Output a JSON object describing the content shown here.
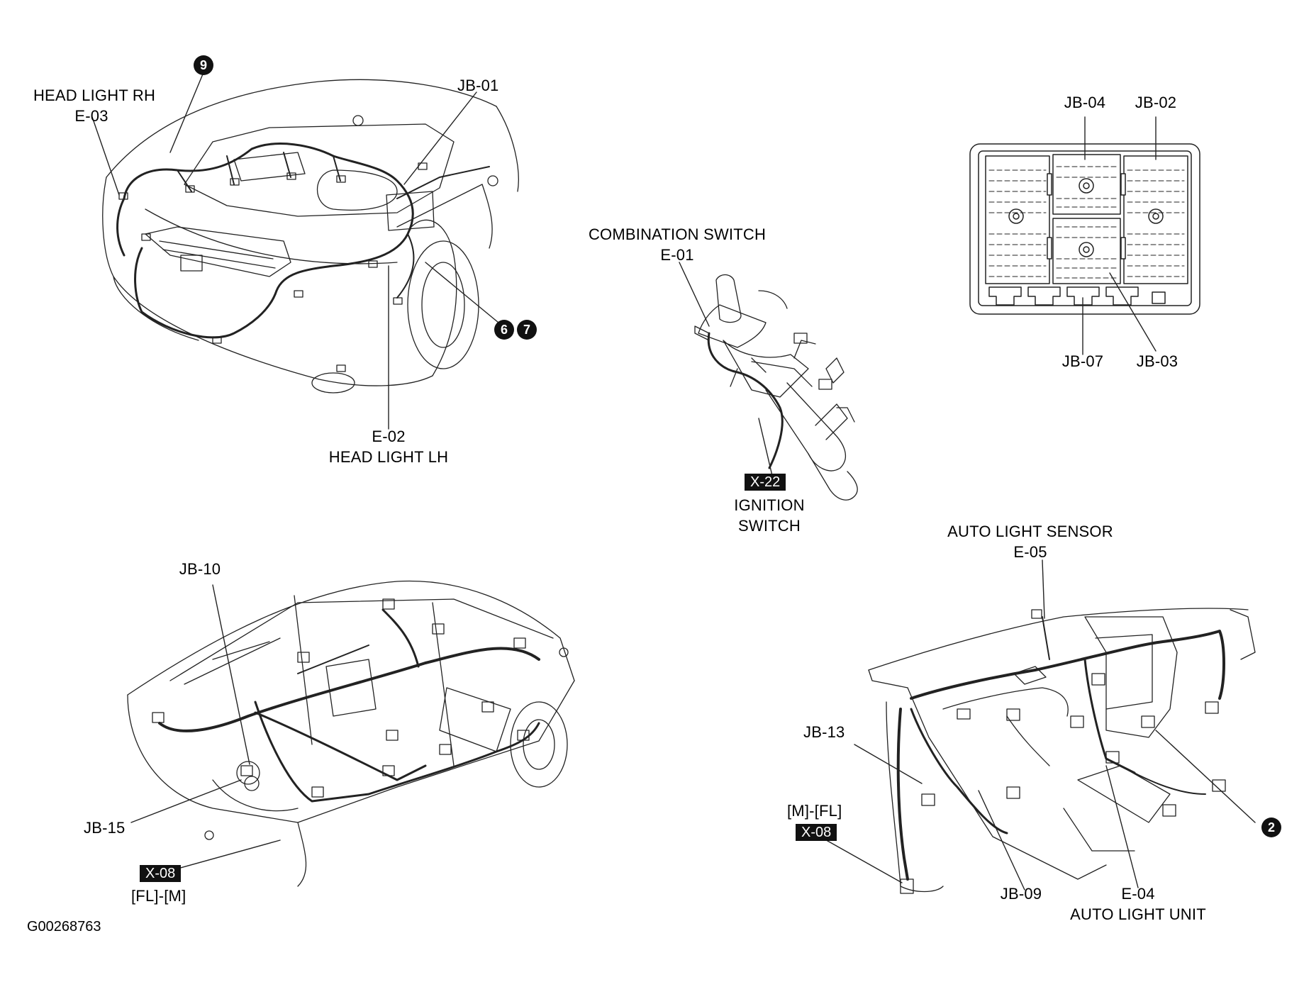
{
  "engine_bay": {
    "head_light_rh": {
      "name": "HEAD LIGHT RH",
      "code": "E-03"
    },
    "head_light_lh": {
      "code": "E-02",
      "name": "HEAD LIGHT LH"
    },
    "jb_01": "JB-01",
    "callouts": [
      "9",
      "6",
      "7"
    ]
  },
  "column": {
    "combination_switch": {
      "name": "COMBINATION SWITCH",
      "code": "E-01"
    },
    "ignition_switch": {
      "tag": "X-22",
      "line1": "IGNITION",
      "line2": "SWITCH"
    }
  },
  "junction_box": {
    "top_labels": [
      "JB-04",
      "JB-02"
    ],
    "bottom_labels": [
      "JB-07",
      "JB-03"
    ]
  },
  "body_harness": {
    "jb_10": "JB-10",
    "jb_15": "JB-15",
    "connector": {
      "tag": "X-08",
      "note": "[FL]-[M]"
    }
  },
  "dashboard": {
    "auto_light_sensor": {
      "name": "AUTO LIGHT SENSOR",
      "code": "E-05"
    },
    "jb_13": "JB-13",
    "connector": {
      "note": "[M]-[FL]",
      "tag": "X-08"
    },
    "jb_09": "JB-09",
    "auto_light_unit": {
      "code": "E-04",
      "name": "AUTO LIGHT UNIT"
    },
    "callout": "2"
  },
  "figure_code": "G00268763"
}
